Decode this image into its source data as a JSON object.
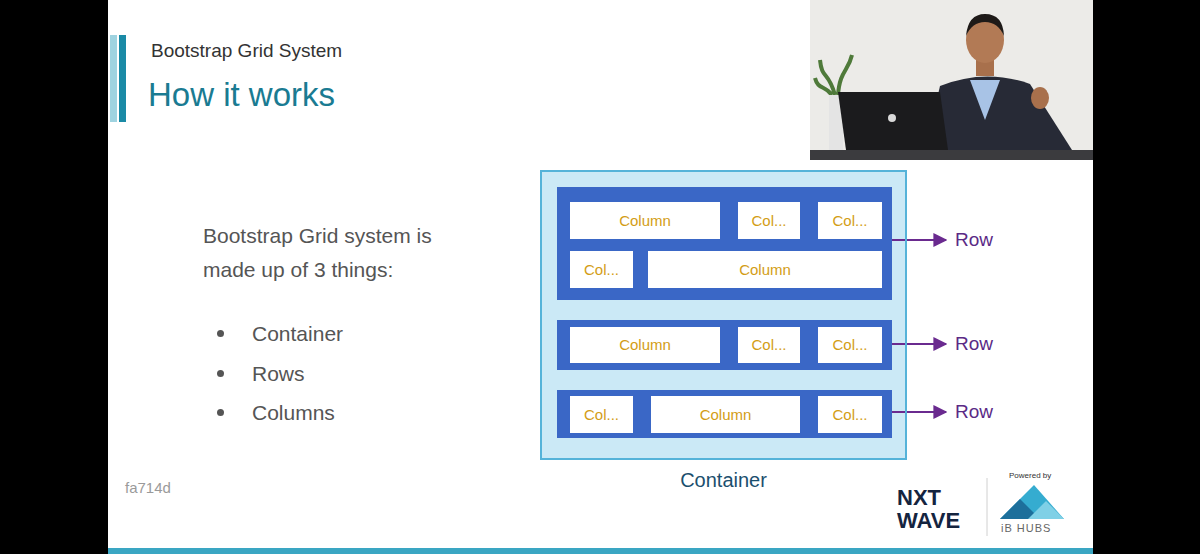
{
  "diagram": {
    "title": "Bootstrap Grid System",
    "nodes": [
      {
        "text": [
          "Container"
        ]
      },
      {
        "text": [
          "Row"
        ],
        "in": 0
      },
      {
        "text": [
          "Column"
        ],
        "in": 1
      },
      {
        "text": [
          "Col..."
        ],
        "in": 1
      },
      {
        "text": [
          "Col..."
        ],
        "in": 1
      },
      {
        "text": [
          "Col..."
        ],
        "in": 1
      },
      {
        "text": [
          "Column"
        ],
        "in": 1
      },
      {
        "text": [
          "Row"
        ],
        "in": 0
      },
      {
        "text": [
          "Column"
        ],
        "in": 7
      },
      {
        "text": [
          "Col..."
        ],
        "in": 7
      },
      {
        "text": [
          "Col..."
        ],
        "in": 7
      },
      {
        "text": [
          "Row"
        ],
        "in": 0
      },
      {
        "text": [
          "Col..."
        ],
        "in": 11
      },
      {
        "text": [
          "Column"
        ],
        "in": 11
      },
      {
        "text": [
          "Col..."
        ],
        "in": 11
      }
    ],
    "labels": [
      "How it works",
      "Bootstrap Grid system is made up of 3 things:",
      "Container",
      "Rows",
      "Columns",
      "fa714d",
      "NXT WAVE",
      "Powered by",
      "iB HUBS"
    ]
  }
}
